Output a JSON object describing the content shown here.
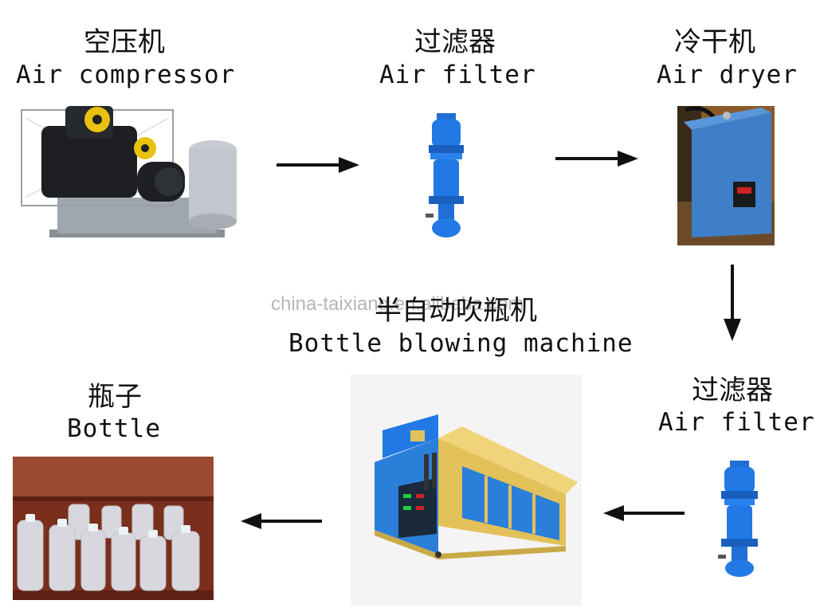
{
  "steps": [
    {
      "zh": "空压机",
      "en": "Air compressor",
      "icon": "air-compressor-image"
    },
    {
      "zh": "过滤器",
      "en": "Air filter",
      "icon": "air-filter-image"
    },
    {
      "zh": "冷干机",
      "en": "Air dryer",
      "icon": "air-dryer-image"
    },
    {
      "zh": "过滤器",
      "en": "Air filter",
      "icon": "air-filter-image"
    },
    {
      "zh": "半自动吹瓶机",
      "en": "Bottle blowing machine",
      "icon": "bottle-blowing-machine-image"
    },
    {
      "zh": "瓶子",
      "en": "Bottle",
      "icon": "bottles-image"
    }
  ],
  "watermark": "china-taixiang.en.alibaba.com",
  "colors": {
    "equipment_blue": "#1f6fd6",
    "machine_yellow": "#e3c15a",
    "arrow": "#111111",
    "shelf_brown": "#7a2e1c"
  }
}
